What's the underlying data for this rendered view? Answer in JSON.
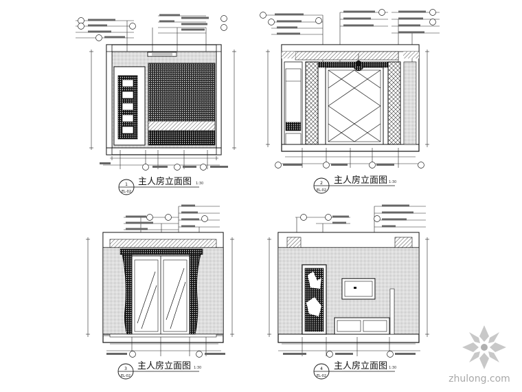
{
  "drawings": [
    {
      "title": "主人房立面图",
      "scale": "1:30",
      "bubble": {
        "num": "1",
        "sheet": "EL-02"
      }
    },
    {
      "title": "主人房立面图",
      "scale": "1:30",
      "bubble": {
        "num": "2",
        "sheet": "EL-02"
      }
    },
    {
      "title": "主人房立面图",
      "scale": "1:30",
      "bubble": {
        "num": "3",
        "sheet": "EL-02"
      }
    },
    {
      "title": "主人房立面图",
      "scale": "1:30",
      "bubble": {
        "num": "4",
        "sheet": "EL-02"
      }
    }
  ],
  "watermark": {
    "text": "zhulong.com",
    "logo": "zhulong-logo"
  }
}
